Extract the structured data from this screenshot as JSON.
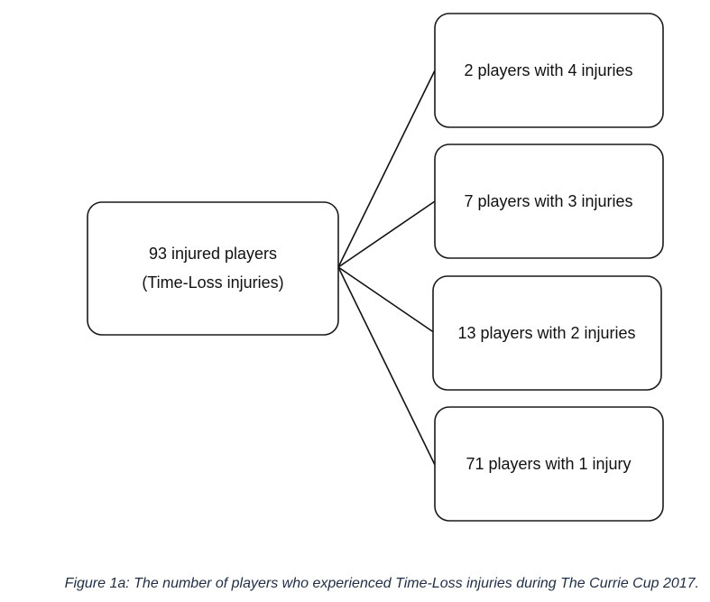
{
  "root": {
    "line1": "93 injured players",
    "line2": "(Time-Loss injuries)"
  },
  "children": [
    "2 players with 4 injuries",
    "7 players with 3 injuries",
    "13 players with 2 injuries",
    "71 players with 1 injury"
  ],
  "caption": "Figure 1a: The number of players who experienced Time-Loss injuries during The Currie Cup 2017.",
  "colors": {
    "stroke": "#1a1a1a",
    "caption": "#1f2e44"
  }
}
